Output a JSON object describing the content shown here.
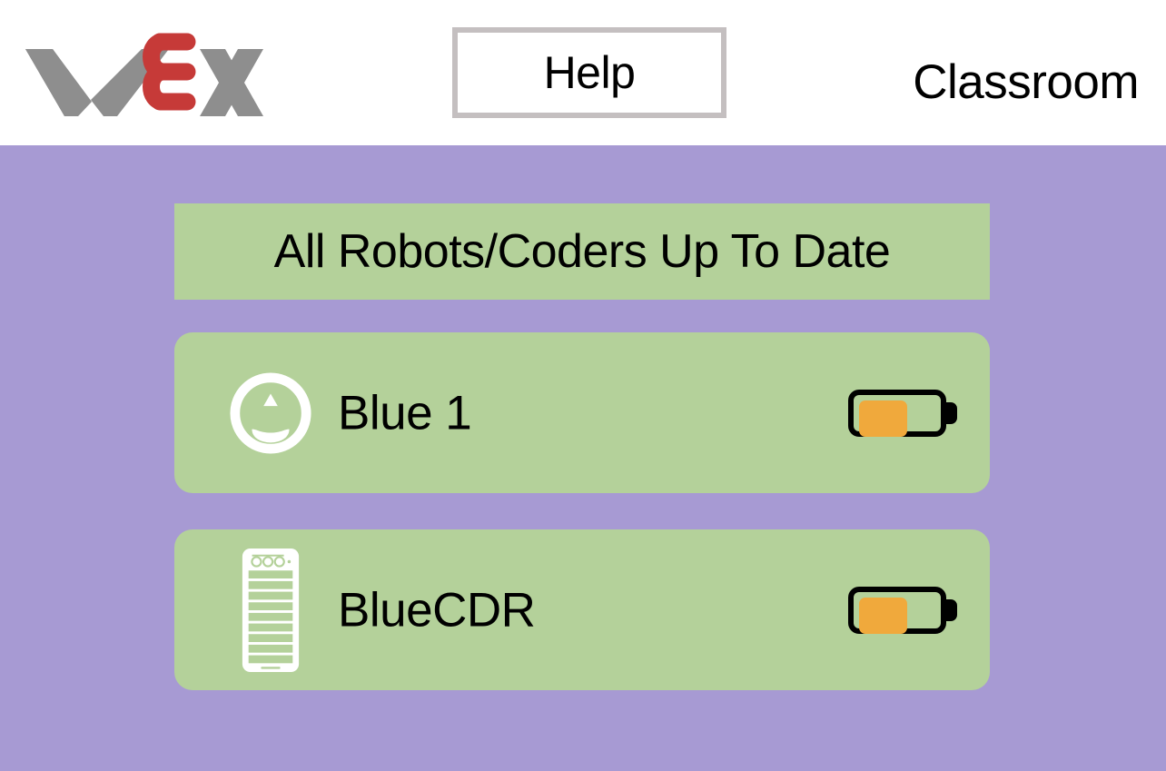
{
  "header": {
    "logo_name": "vex-logo",
    "logo_text": "VEX",
    "help_label": "Help",
    "classroom_title": "Classroom"
  },
  "main": {
    "status_banner": "All Robots/Coders Up To Date",
    "devices": [
      {
        "name": "Blue 1",
        "icon": "vex-123-robot-icon",
        "battery_percent": 55
      },
      {
        "name": "BlueCDR",
        "icon": "vex-123-coder-icon",
        "battery_percent": 55
      }
    ]
  },
  "colors": {
    "background": "#a79ad3",
    "card": "#b4d19a",
    "battery_fill": "#f0a93c",
    "logo_red": "#c63a38",
    "logo_gray": "#8e8e8e",
    "help_border": "#c4bfc0",
    "header_background": "#ffffff",
    "text": "#000000"
  }
}
